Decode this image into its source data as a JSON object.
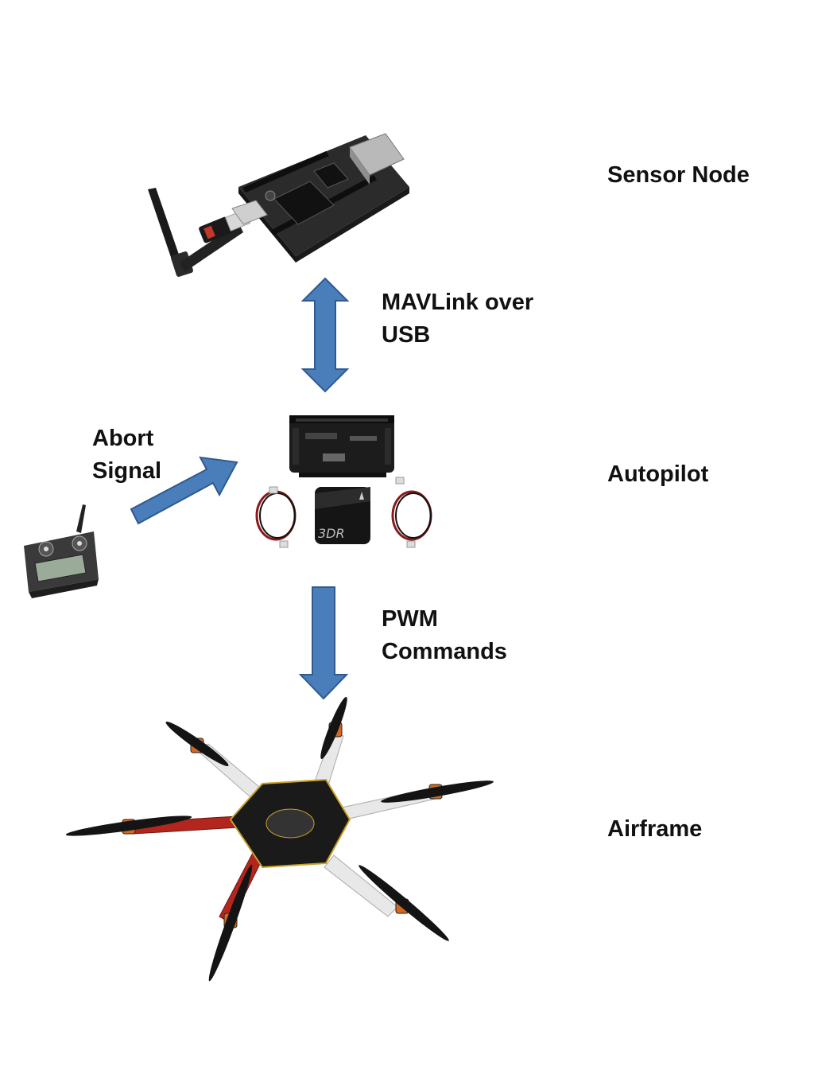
{
  "labels": {
    "sensor_node": "Sensor Node",
    "mavlink": "MAVLink over\nUSB",
    "abort": "Abort\nSignal",
    "autopilot": "Autopilot",
    "pwm": "PWM\nCommands",
    "airframe": "Airframe"
  },
  "colors": {
    "arrow_fill": "#4a7ebb",
    "arrow_stroke": "#2f5a8f",
    "board_black": "#1c1c1c",
    "frame_red": "#b3261e",
    "frame_white": "#e8e8e8",
    "motor_orange": "#d2691e"
  },
  "icons": {
    "sensor_node": "beaglebone-board-with-wifi-dongle-image",
    "autopilot": "apm-autopilot-kit-image",
    "transmitter": "rc-transmitter-image",
    "airframe": "hexacopter-image"
  }
}
